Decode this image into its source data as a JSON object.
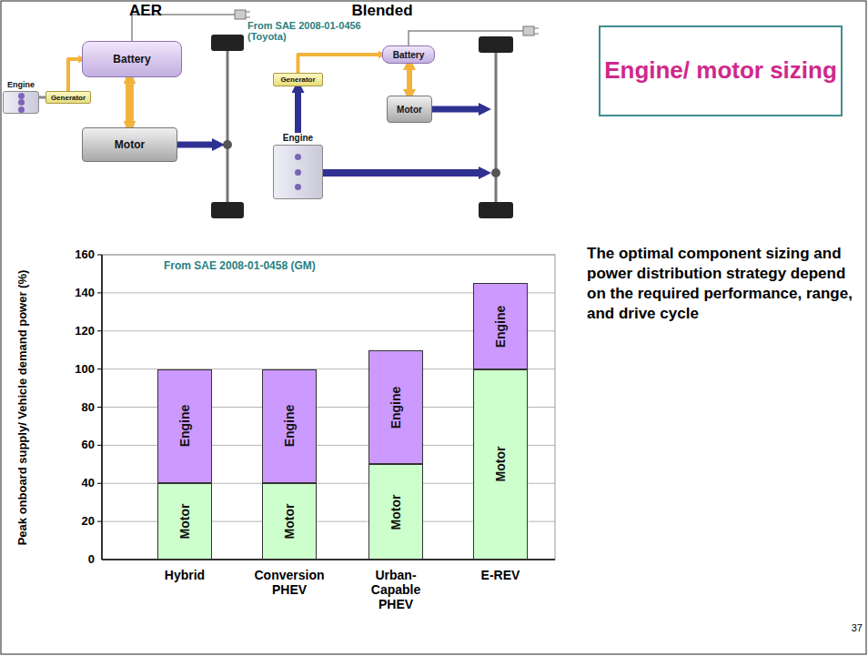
{
  "diagram": {
    "title": "Engine/ motor sizing",
    "nodes": [
      {
        "text": [
          "Battery"
        ]
      },
      {
        "text": [
          "Engine"
        ]
      },
      {
        "text": [
          "Generator"
        ]
      },
      {
        "text": [
          "Motor"
        ]
      },
      {
        "text": [
          "Battery"
        ]
      },
      {
        "text": [
          "Generator"
        ]
      },
      {
        "text": [
          "Motor"
        ]
      },
      {
        "text": [
          "Engine"
        ]
      },
      {
        "text": [
          "Engine"
        ]
      },
      {
        "text": [
          "Motor"
        ]
      },
      {
        "text": [
          "Engine"
        ]
      },
      {
        "text": [
          "Motor"
        ]
      },
      {
        "text": [
          "Engine"
        ]
      },
      {
        "text": [
          "Motor"
        ]
      },
      {
        "text": [
          "Engine"
        ]
      },
      {
        "text": [
          "Motor"
        ]
      }
    ],
    "edges": [
      {
        "from": 1,
        "to": 2,
        "arrow": "none"
      },
      {
        "from": 2,
        "to": 0,
        "arrow": "to"
      },
      {
        "from": 0,
        "to": 3,
        "arrow": "both"
      },
      {
        "from": 5,
        "to": 4,
        "arrow": "to"
      },
      {
        "from": 4,
        "to": 6,
        "arrow": "both"
      },
      {
        "from": 7,
        "to": 5,
        "arrow": "to"
      }
    ],
    "labels": [
      "AER",
      "Blended",
      "From SAE 2008-01-0456 (Toyota)",
      "From SAE 2008-01-0458 (GM)",
      "Peak onboard supply/ Vehicle demand power (%)",
      "0",
      "20",
      "40",
      "60",
      "80",
      "100",
      "120",
      "140",
      "160",
      "Hybrid",
      "Conversion PHEV",
      "Urban-Capable PHEV",
      "E-REV",
      "The optimal component sizing and power distribution strategy depend on the required performance, range, and drive cycle",
      "37"
    ]
  }
}
